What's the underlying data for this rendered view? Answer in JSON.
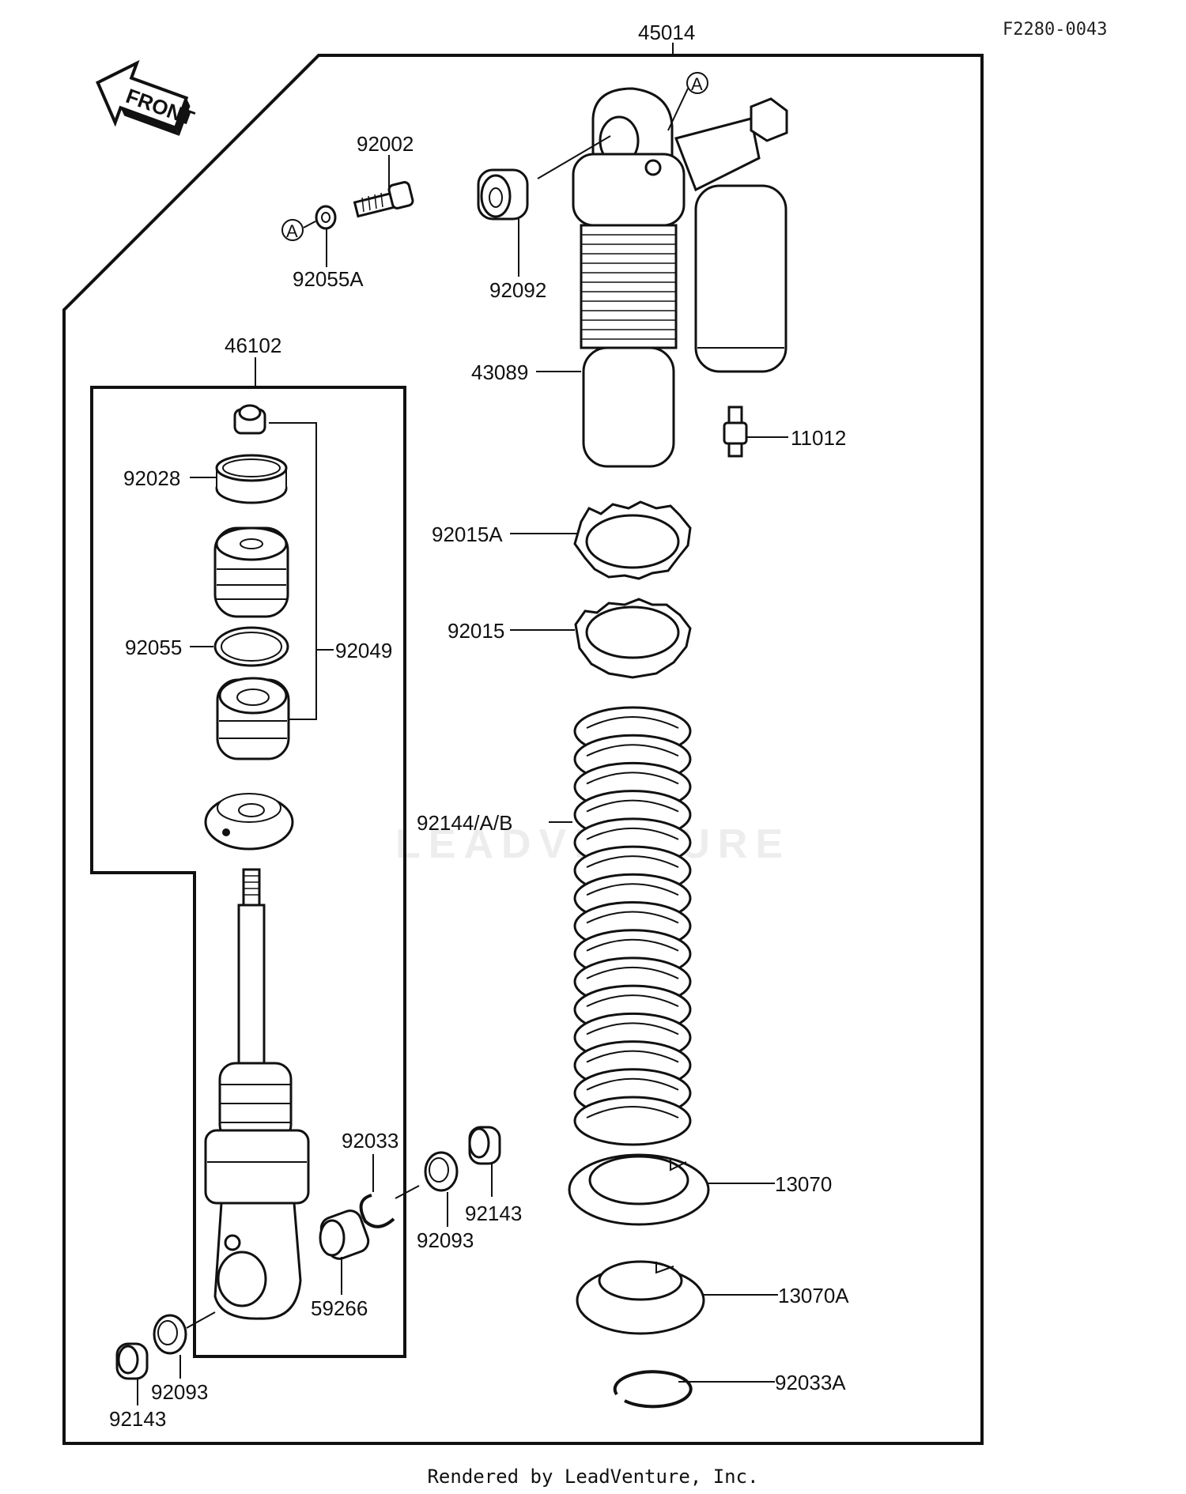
{
  "diagram_code": "F2280-0043",
  "front_label": "FRONT",
  "watermark": "LEADVENTURE",
  "footer": "Rendered by LeadVenture, Inc.",
  "ref_marker": "A",
  "assembly_numbers": {
    "shock_assembly": "45014",
    "damper_unit": "46102"
  },
  "parts": {
    "bolt": "92002",
    "washer_a": "92055A",
    "bushing_top": "92092",
    "body": "43089",
    "valve": "11012",
    "collar": "92028",
    "piston_set": "92049",
    "o_ring": "92055",
    "nut_a": "92015A",
    "nut": "92015",
    "spring": "92144/A/B",
    "spring_seat": "13070",
    "spring_seat_a": "13070A",
    "ring_a": "92033A",
    "circlip": "92033",
    "seal_right": "92093",
    "cap_right": "92143",
    "bushing_bottom": "59266",
    "seal_left": "92093",
    "cap_left": "92143"
  }
}
